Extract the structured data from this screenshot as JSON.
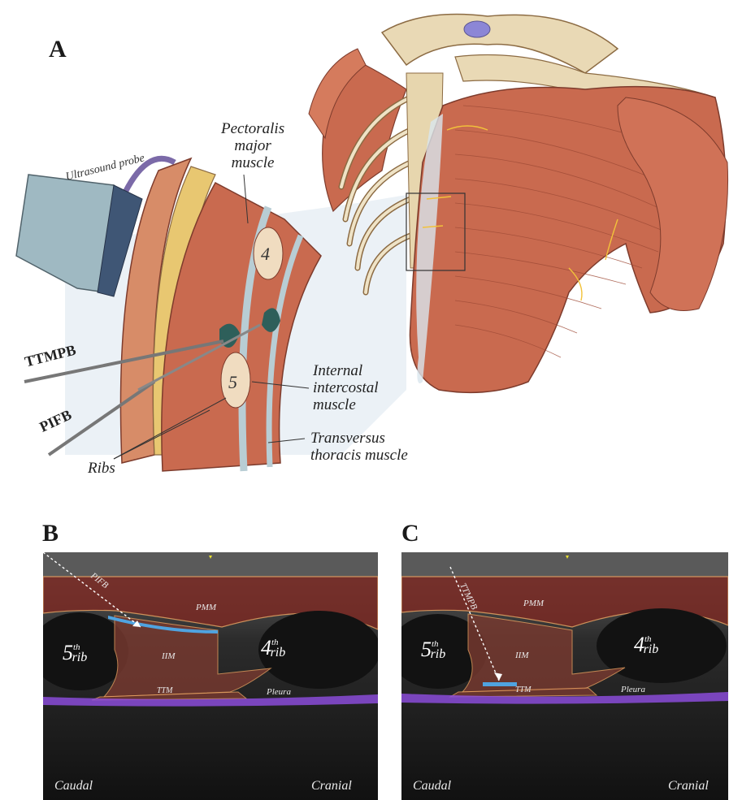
{
  "panel_a": {
    "letter": "A",
    "labels": {
      "probe": "Ultrasound probe",
      "pectoralis": [
        "Pectoralis",
        "major",
        "muscle"
      ],
      "internal": [
        "Internal",
        "intercostal",
        "muscle"
      ],
      "transversus": [
        "Transversus",
        "thoracis muscle"
      ],
      "ribs": "Ribs",
      "ttmpb": "TTMPB",
      "pifb": "PIFB",
      "rib_numbers": [
        "4",
        "5"
      ]
    }
  },
  "panel_b": {
    "letter": "B",
    "needle": "PIFB",
    "pmm": "PMM",
    "iim": "IIM",
    "ttm": "TTM",
    "pleura": "Pleura",
    "rib5_num": "5",
    "rib5_sup": "th",
    "rib5_sub": "rib",
    "rib4_num": "4",
    "rib4_sup": "th",
    "rib4_sub": "rib",
    "caudal": "Caudal",
    "cranial": "Cranial"
  },
  "panel_c": {
    "letter": "C",
    "needle": "TTMPB",
    "pmm": "PMM",
    "iim": "IIM",
    "ttm": "TTM",
    "pleura": "Pleura",
    "rib5_num": "5",
    "rib5_sup": "th",
    "rib5_sub": "rib",
    "rib4_num": "4",
    "rib4_sup": "th",
    "rib4_sub": "rib",
    "caudal": "Caudal",
    "cranial": "Cranial"
  },
  "colors": {
    "muscle": "#c96a4f",
    "pmm_overlay": "#7a2a24",
    "pleura": "#8a4bd8",
    "injectate": "#4fa3e0",
    "outline": "#e8a060"
  }
}
